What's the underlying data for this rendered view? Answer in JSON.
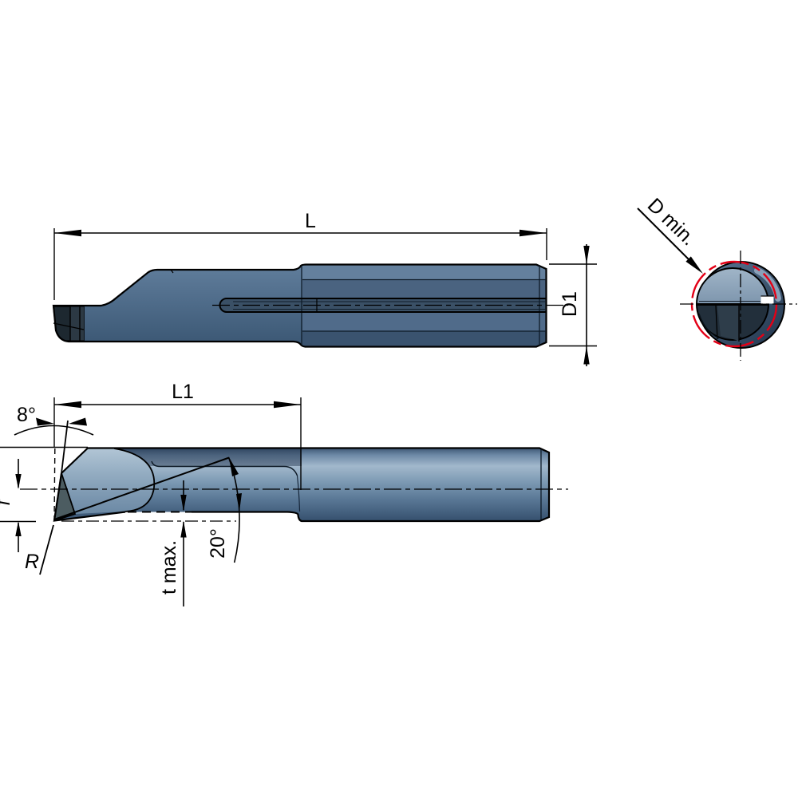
{
  "drawing": {
    "kind": "tool-technical-drawing",
    "labels": {
      "L": "L",
      "L1": "L1",
      "D1": "D1",
      "D_min": "D min.",
      "f": "f",
      "R": "R",
      "t_max": "t max.",
      "angle_8": "8°",
      "angle_20": "20°"
    }
  },
  "colors": {
    "dimension_red": "#e30016",
    "steel_mid": "#54708e",
    "steel_highlight": "#9db4c9",
    "steel_dark": "#2c4258",
    "insert_dark": "#242f38",
    "face_light": "#a9bdd0",
    "line_black": "#000000",
    "background": "#ffffff"
  }
}
